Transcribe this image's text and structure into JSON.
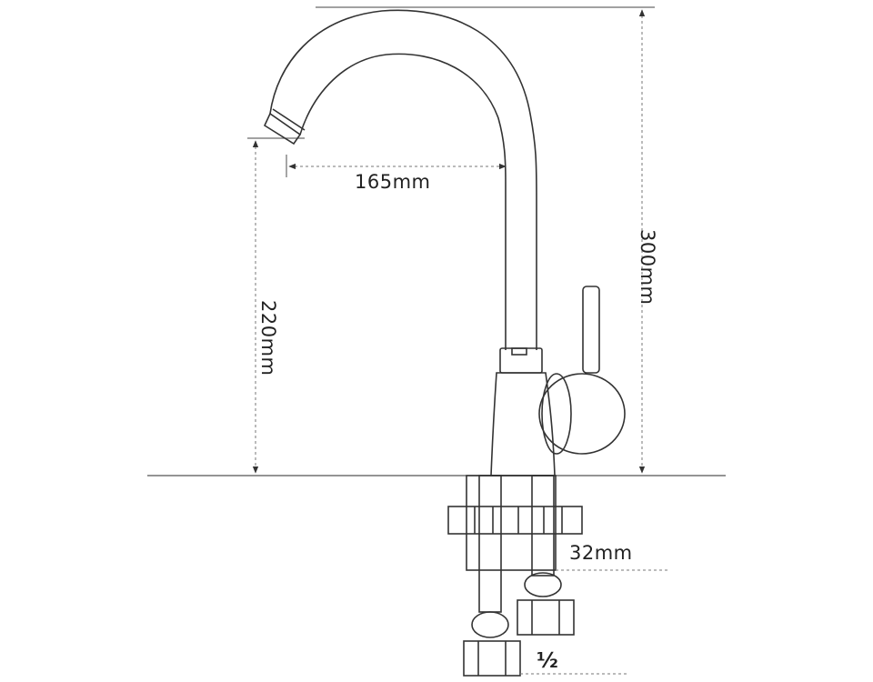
{
  "dimensions": {
    "reach": "165mm",
    "height_total": "300mm",
    "height_spout": "220mm",
    "thread_length": "32mm",
    "thread_size": "½"
  },
  "colors": {
    "line": "#333333",
    "dimension": "#6a6a6a",
    "text": "#222222"
  }
}
